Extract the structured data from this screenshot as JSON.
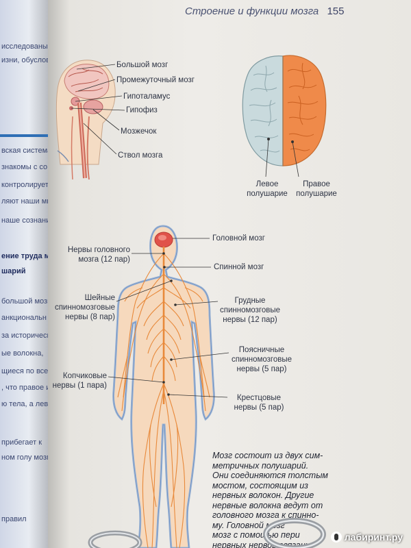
{
  "left_page": {
    "lines": [
      {
        "text": "исследованы бес",
        "bold": false
      },
      {
        "text": "изни, обуслове",
        "bold": false
      },
      {
        "text": "вская система, гл",
        "bold": false
      },
      {
        "text": "знакомы с со стр",
        "bold": false
      },
      {
        "text": "контролирует в",
        "bold": false
      },
      {
        "text": "ляют наши мы",
        "bold": false
      },
      {
        "text": "наше сознание.",
        "bold": false
      },
      {
        "text": "ение труда м",
        "bold": true
      },
      {
        "text": "шарий",
        "bold": true
      },
      {
        "text": "большой мозг д",
        "bold": false
      },
      {
        "text": "анкциональн",
        "bold": false
      },
      {
        "text": "за историческ",
        "bold": false
      },
      {
        "text": "ые волокна,",
        "bold": false
      },
      {
        "text": "щиеся по всем",
        "bold": false
      },
      {
        "text": ", что правое и",
        "bold": false
      },
      {
        "text": "ю тела, а лево",
        "bold": false
      },
      {
        "text": "прибегает к",
        "bold": false
      },
      {
        "text": "ном голу мозга",
        "bold": false
      },
      {
        "text": "правил",
        "bold": false
      }
    ]
  },
  "header": {
    "running_title": "Строение и функции мозга",
    "page_number": "155"
  },
  "head_diagram": {
    "labels": [
      "Большой мозг",
      "Промежуточный мозг",
      "Гипоталамус",
      "Гипофиз",
      "Мозжечок",
      "Ствол мозга"
    ]
  },
  "hemispheres": {
    "left_label_1": "Левое",
    "left_label_2": "полушарие",
    "right_label_1": "Правое",
    "right_label_2": "полушарие",
    "left_color": "#c9dadd",
    "right_color": "#ef8a4a"
  },
  "body_diagram": {
    "head_brain": "Головной мозг",
    "cranial_1": "Нервы головного",
    "cranial_2": "мозга (12 пар)",
    "spinal_cord": "Спинной мозг",
    "cervical_1": "Шейные",
    "cervical_2": "спинномозговые",
    "cervical_3": "нервы (8 пар)",
    "thoracic_1": "Грудные",
    "thoracic_2": "спинномозговые",
    "thoracic_3": "нервы (12 пар)",
    "lumbar_1": "Поясничные",
    "lumbar_2": "спинномозговые",
    "lumbar_3": "нервы (5 пар)",
    "coccygeal_1": "Копчиковые",
    "coccygeal_2": "нервы (1 пара)",
    "sacral_1": "Крестцовые",
    "sacral_2": "нервы (5 пар)",
    "skin_color": "#f6d9bd",
    "nerve_color": "#e8893a"
  },
  "caption": {
    "lines": [
      "Мозг состоит из двух сим-",
      "метричных полушарий.",
      "Они соединяются толстым",
      "мостом, состоящим из",
      "нервных волокон. Другие",
      "нервные волокна ведут от",
      "головного мозга к спинно-",
      "му. Головной мозг",
      "мозг с помощью пери",
      "нервных нервов связаны"
    ]
  },
  "watermark": "лабиринт.ру"
}
